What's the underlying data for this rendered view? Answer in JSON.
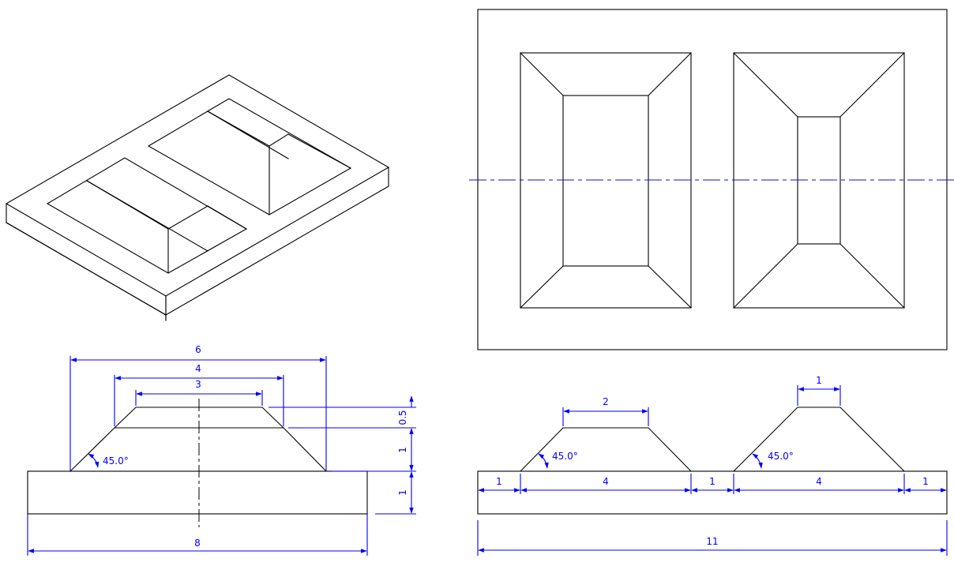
{
  "colors": {
    "outline": "#000000",
    "dimension": "#0000ff",
    "centerline": "#1010d0",
    "background": "#ffffff"
  },
  "front_view": {
    "dim_top_width": "6",
    "dim_mid_width": "4",
    "dim_small_width": "3",
    "dim_cap_height": "0.5",
    "dim_frustum_height": "1",
    "dim_base_height": "1",
    "dim_base_width": "8",
    "angle": "45.0°"
  },
  "side_view": {
    "dim_top_left": "2",
    "dim_top_right": "1",
    "angle_left": "45.0°",
    "angle_right": "45.0°",
    "dim_seg_1": "1",
    "dim_seg_2": "4",
    "dim_seg_3": "1",
    "dim_seg_4": "4",
    "dim_seg_5": "1",
    "dim_total": "11"
  }
}
